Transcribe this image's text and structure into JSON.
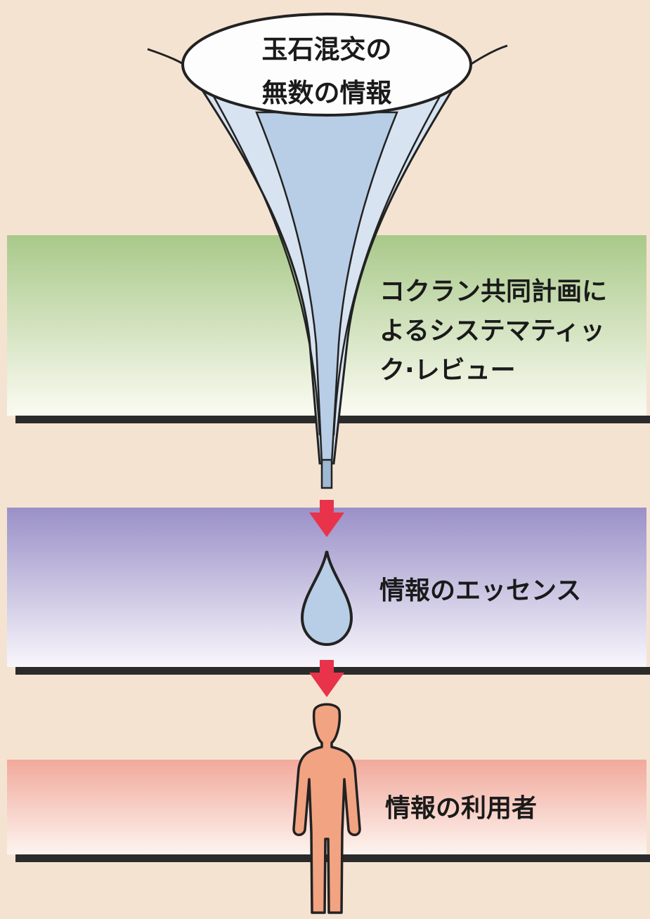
{
  "diagram": {
    "top_label_lines": [
      "玉石混交の",
      "無数の情報"
    ],
    "review_label_lines": [
      "コクラン共同計画に",
      "よるシステマティッ",
      "ク·レビュー"
    ],
    "essence_label": "情報のエッセンス",
    "user_label": "情報の利用者",
    "colors": {
      "background": "#f5e3d2",
      "band_green": "#a9c98a",
      "band_purple": "#9a90c8",
      "band_pink": "#f1a99b",
      "shadow": "#2b2b2b",
      "funnel_fill": "#b8cde6",
      "funnel_inner": "#d7e3f0",
      "arrow": "#e8334a",
      "drop": "#b8cde6",
      "person": "#f2a381"
    }
  }
}
